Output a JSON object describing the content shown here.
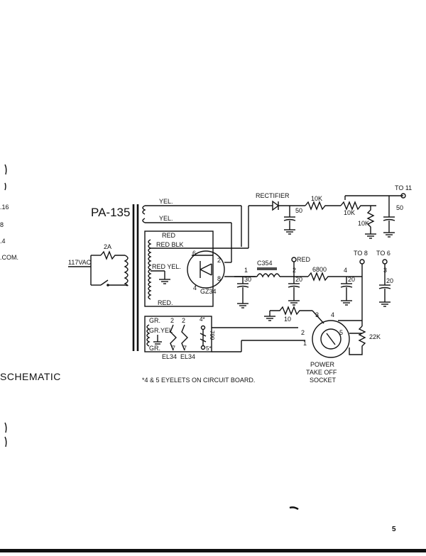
{
  "margin_fragments": [
    ".16",
    "8",
    ".4",
    ".COM."
  ],
  "model": "PA-135",
  "section_title": "SCHEMATIC",
  "page_number": "5",
  "footnote": "*4 & 5 EYELETS ON CIRCUIT BOARD.",
  "labels": {
    "mains": "117VAC",
    "fuse": "2A",
    "yel1": "YEL.",
    "yel2": "YEL.",
    "red1": "RED",
    "red_blk": "RED BLK",
    "red_yel": "RED YEL.",
    "red2": "RED.",
    "gr1": "GR.",
    "gr_yel": "GR.YEL",
    "gr2": "GR.",
    "pin2a": "2",
    "pin2b": "2",
    "pin7a": "7",
    "pin7b": "7",
    "tube_el34_a": "EL34",
    "tube_el34_b": "EL34",
    "eyelet4": "4*",
    "eyelet5": "5*",
    "r799": "799",
    "rectifier_tube": "GZ34",
    "rect_pin6": "6",
    "rect_pin2": "2",
    "rect_pin8": "8",
    "rect_pin4": "4",
    "rectifier": "RECTIFIER",
    "r10k_a": "10K",
    "r10k_b": "10K",
    "r10k_c": "10K",
    "c50_a": "50",
    "c50_b": "50",
    "to11": "TO 11",
    "choke": "C354",
    "node1": "1",
    "c30": "30",
    "node2": "2",
    "red_tap": "RED",
    "c20_a": "20",
    "r6800": "6800",
    "node4": "4",
    "c20_b": "20",
    "to8": "TO 8",
    "to6": "TO 6",
    "node3": "3",
    "c20_c": "20",
    "r10": "10",
    "sock3": "3",
    "sock4": "4",
    "sock2": "2",
    "sock5": "5",
    "sock1": "1",
    "r22k": "22K",
    "power_takeoff_1": "POWER",
    "power_takeoff_2": "TAKE OFF",
    "power_takeoff_3": "SOCKET"
  }
}
